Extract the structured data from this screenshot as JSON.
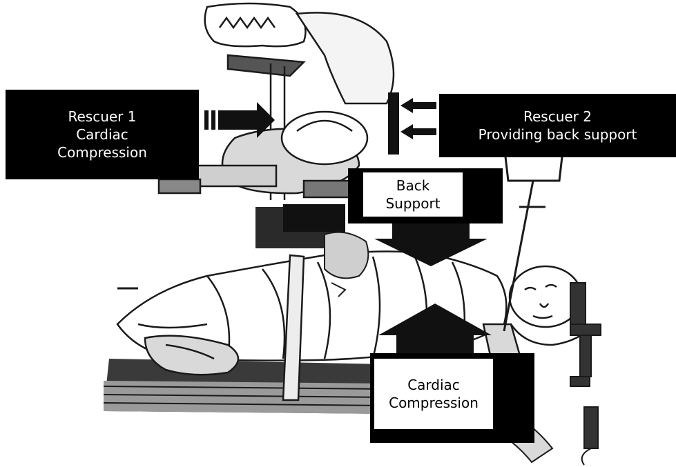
{
  "figure": {
    "labels": {
      "rescuer1": {
        "lines": [
          "Rescuer 1",
          "Cardiac",
          "Compression"
        ]
      },
      "rescuer2": {
        "lines": [
          "Rescuer 2",
          "Providing back support"
        ]
      },
      "back_support": {
        "lines": [
          "Back",
          "Support"
        ]
      },
      "cardiac_compression": {
        "lines": [
          "Cardiac",
          "Compression"
        ]
      }
    },
    "colors": {
      "label_dark_bg": "#000000",
      "label_dark_text": "#ffffff",
      "line_art": "#1a1a1a",
      "skin_shade": "#d9d9d9",
      "board": "#3a3a3a"
    }
  }
}
